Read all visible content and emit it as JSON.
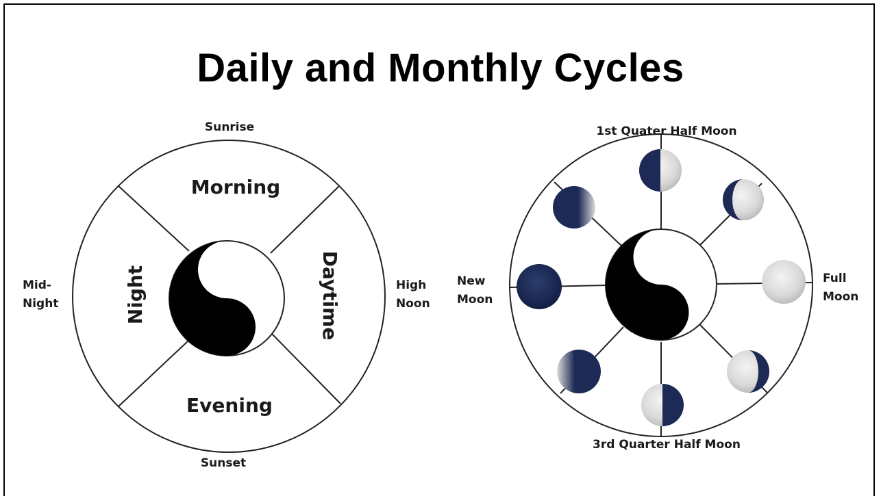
{
  "title": "Daily and Monthly Cycles",
  "daily": {
    "outer_labels": {
      "top": "Sunrise",
      "bottom": "Sunset",
      "left": [
        "Mid-",
        "Night"
      ],
      "right": [
        "High",
        "Noon"
      ]
    },
    "segments": {
      "top": "Morning",
      "bottom": "Evening",
      "left": "Night",
      "right": "Daytime"
    }
  },
  "monthly": {
    "outer_labels": {
      "top": "1st Quater Half Moon",
      "bottom": "3rd Quarter Half Moon",
      "left": [
        "New",
        "Moon"
      ],
      "right": [
        "Full",
        "Moon"
      ]
    }
  },
  "colors": {
    "line": "#222222",
    "moon_dark": "#1c2a55",
    "moon_light": "#e6e6e6",
    "yin": "#000000",
    "yang": "#ffffff"
  }
}
